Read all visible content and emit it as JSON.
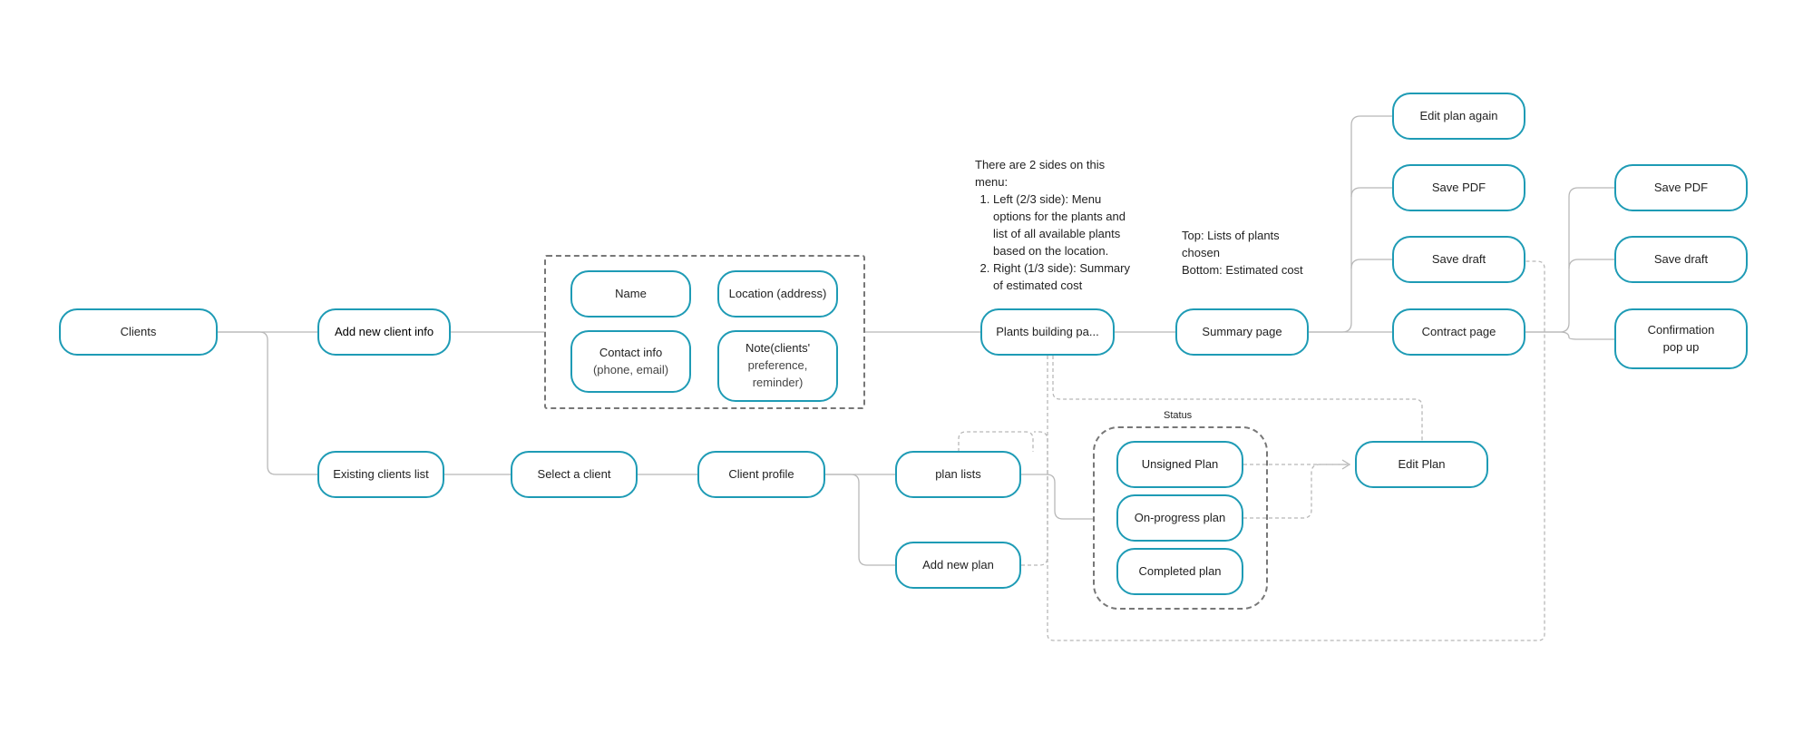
{
  "nodes": {
    "clients": "Clients",
    "add_new_client_info": "Add new client info",
    "existing_clients_list": "Existing clients list",
    "name": "Name",
    "location": "Location (address)",
    "contact_info_line1": "Contact info",
    "contact_info_line2": "(phone, email)",
    "note_line1": "Note(clients'",
    "note_line2": "preference,",
    "note_line3": "reminder)",
    "plants_building_page": "Plants building pa...",
    "summary_page": "Summary page",
    "edit_plan_again": "Edit plan again",
    "save_pdf_1": "Save PDF",
    "save_draft_1": "Save draft",
    "contract_page": "Contract page",
    "save_pdf_2": "Save PDF",
    "save_draft_2": "Save draft",
    "confirmation_line1": "Confirmation",
    "confirmation_line2": "pop up",
    "select_a_client": "Select a client",
    "client_profile": "Client profile",
    "plan_lists": "plan lists",
    "add_new_plan": "Add new plan",
    "unsigned_plan": "Unsigned Plan",
    "on_progress_plan": "On-progress plan",
    "completed_plan": "Completed plan",
    "edit_plan": "Edit Plan"
  },
  "labels": {
    "status": "Status"
  },
  "notes": {
    "plants_menu_intro_1": "There are 2 sides on this",
    "plants_menu_intro_2": "menu:",
    "plants_menu_items": [
      "Left (2/3 side): Menu options for the plants and list of all available plants based on the location.",
      "Right (1/3 side): Summary of estimated cost"
    ],
    "summary_top": "Top: Lists of plants chosen",
    "summary_bottom": "Bottom: Estimated cost"
  },
  "colors": {
    "node_border": "#1e9bb5",
    "connector": "#b5b5b5",
    "group_border": "#777777"
  }
}
